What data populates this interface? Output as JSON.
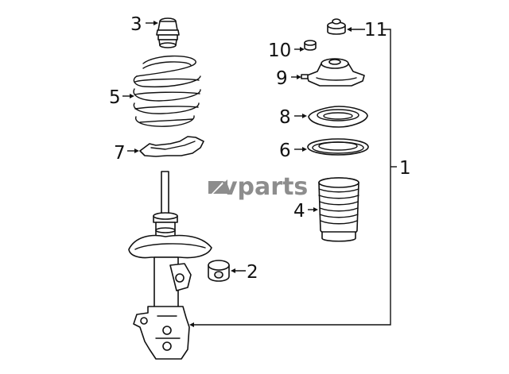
{
  "watermark": {
    "text": "vparts",
    "color": "#8d8d8d"
  },
  "callouts": {
    "assembly": "1",
    "bumper_pad": "2",
    "bump_stop": "3",
    "dust_boot": "4",
    "coil_spring": "5",
    "spring_insulator": "6",
    "dust_cover": "7",
    "spring_seat": "8",
    "strut_mount": "9",
    "nut_small": "10",
    "nut_top": "11"
  },
  "colors": {
    "line": "#111111",
    "fill": "#ffffff",
    "shade": "#e9e9e9"
  }
}
